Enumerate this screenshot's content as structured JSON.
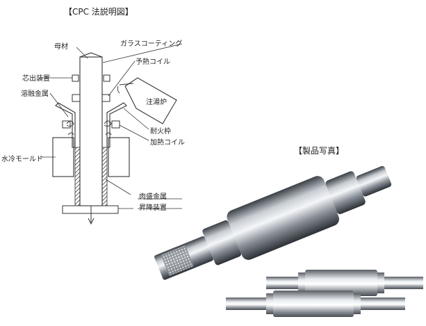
{
  "titles": {
    "cpc_method": "【CPC 法説明図】",
    "product_photo": "【製品写真】"
  },
  "labels": {
    "base_material": "母材",
    "glass_coating": "ガラスコーティング",
    "preheat_coil": "予熱コイル",
    "centering_device": "芯出装置",
    "molten_metal": "溶融金属",
    "pouring_furnace": "注湯炉",
    "refractory_frame": "耐火枠",
    "heating_coil": "加熱コイル",
    "water_cooled_mold": "水冷モールド",
    "cladding_metal": "肉盛金属",
    "elevating_device": "昇降装置"
  }
}
